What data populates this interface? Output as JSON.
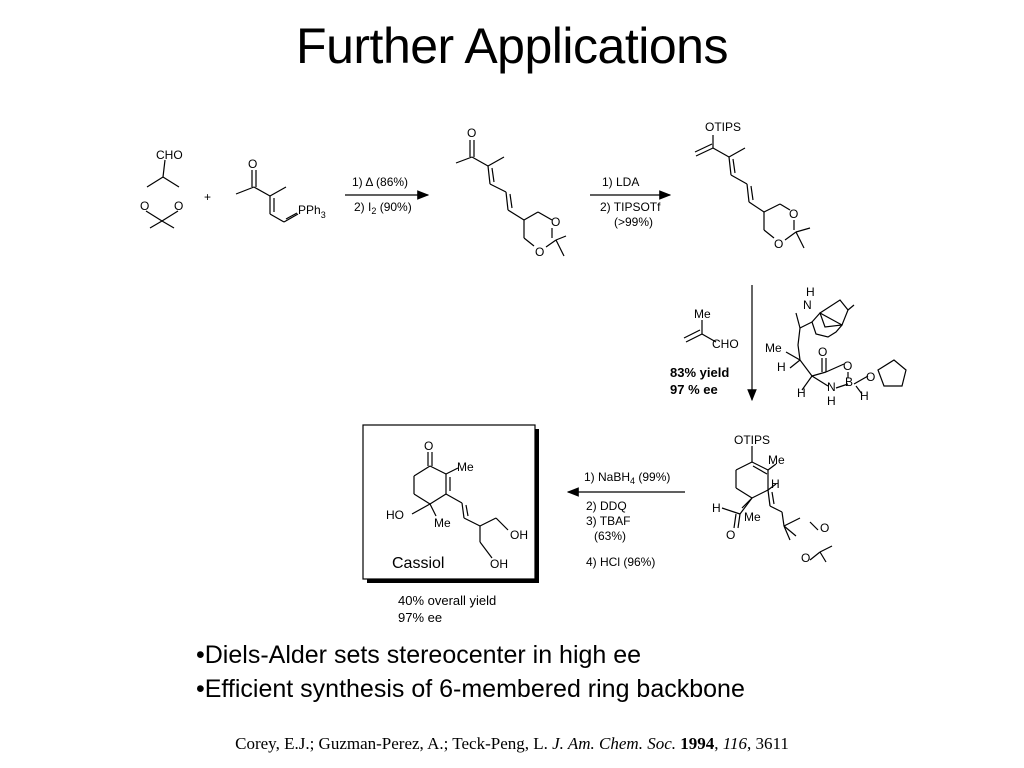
{
  "slide": {
    "title": "Further Applications"
  },
  "scheme": {
    "sm1": {
      "cho": "CHO",
      "o1": "O",
      "o2": "O"
    },
    "plus": "+",
    "sm2": {
      "o": "O",
      "pph3": "PPh",
      "pph3_sub": "3"
    },
    "step1": {
      "line1": "1) Δ (86%)",
      "line2_pre": "2) I",
      "line2_sub": "2",
      "line2_post": " (90%)"
    },
    "int1": {
      "o_top": "O",
      "o1": "O",
      "o2": "O"
    },
    "step2": {
      "line1": "1) LDA",
      "line2": "2) TIPSOTf",
      "line3": "(>99%)"
    },
    "int2": {
      "otips": "OTIPS",
      "o1": "O",
      "o2": "O"
    },
    "dienophile": {
      "me": "Me",
      "cho": "CHO"
    },
    "da_result": {
      "yield": "83% yield",
      "ee": "97 % ee"
    },
    "catalyst": {
      "h_top": "H",
      "n_top": "N",
      "me": "Me",
      "h1": "H",
      "o1": "O",
      "o2": "O",
      "b": "B",
      "o3": "O",
      "n": "N",
      "h2": "H",
      "h3": "H",
      "h4": "H"
    },
    "adduct": {
      "otips": "OTIPS",
      "me1": "Me",
      "h1": "H",
      "h2": "H",
      "me2": "Me",
      "o_ald": "O",
      "o1": "O",
      "o2": "O"
    },
    "step3": {
      "l1_pre": "1) NaBH",
      "l1_sub": "4",
      "l1_post": " (99%)",
      "l2": "2) DDQ",
      "l3": "3) TBAF",
      "l4": "(63%)",
      "l5": "4) HCl (96%)"
    },
    "cassiol": {
      "o": "O",
      "me1": "Me",
      "ho": "HO",
      "me2": "Me",
      "oh1": "OH",
      "oh2": "OH",
      "name": "Cassiol"
    },
    "overall": {
      "yield": "40% overall yield",
      "ee": "97% ee"
    }
  },
  "bullets": [
    "•Diels-Alder sets stereocenter in high ee",
    "•Efficient synthesis of 6-membered ring backbone"
  ],
  "citation": {
    "authors": "Corey, E.J.; Guzman-Perez, A.; Teck-Peng, L. ",
    "journal": "J. Am. Chem. Soc.",
    "year": "1994",
    "volume": "116",
    "pages": ", 3611"
  }
}
